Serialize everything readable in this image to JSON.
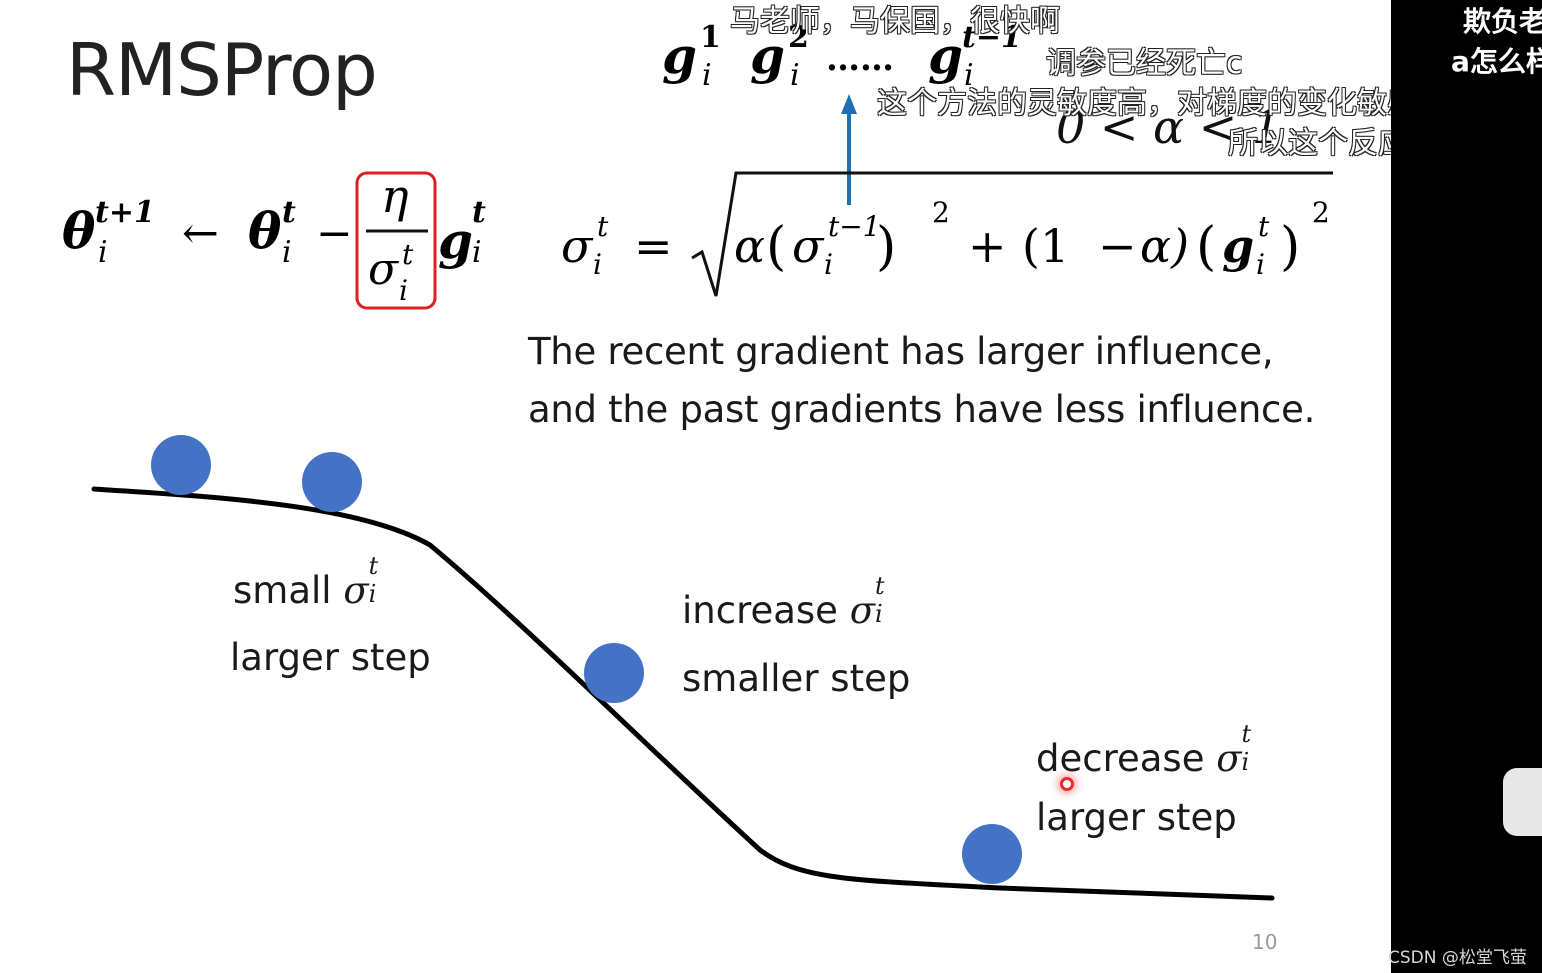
{
  "slide": {
    "title": "RMSProp",
    "description_line1": "The recent gradient has larger influence,",
    "description_line2": "and the past gradients have less influence.",
    "label_small_sigma": "small",
    "label_larger_step_1": "larger step",
    "label_increase_sigma": "increase",
    "label_smaller_step": "smaller step",
    "label_decrease_sigma": "decrease",
    "label_larger_step_2": "larger step",
    "page_number": "10",
    "alpha_range": "0 < α < 1"
  },
  "danmaku": [
    "马老师，马保国，很快啊",
    "调参已经死亡c",
    "这个方法的灵敏度高，对梯度的变化敏感",
    "所以这个反应的灵敏"
  ],
  "side_panel": {
    "line1": "欺负老",
    "line2": "a怎么样",
    "watermark": "CSDN @松堂飞萤"
  },
  "colors": {
    "ball": "#4472c4",
    "curve": "#000000",
    "highlight_box": "#e02020",
    "arrow": "#1f6fb5",
    "side_panel_bg": "#000000"
  }
}
